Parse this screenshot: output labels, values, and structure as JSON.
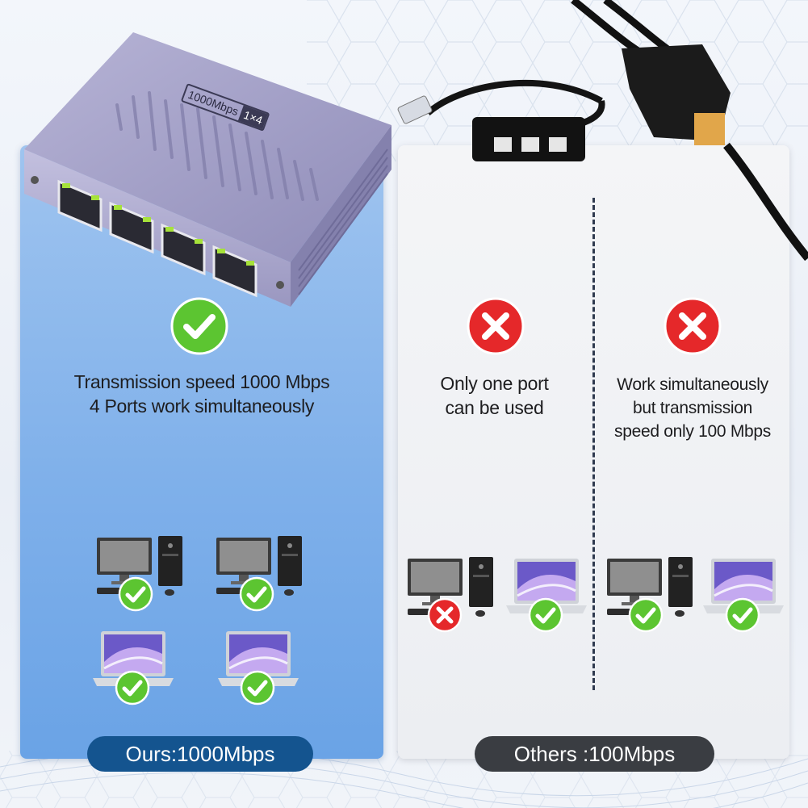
{
  "switch": {
    "badge_speed": "1000Mbps",
    "badge_ports": "1×4"
  },
  "left": {
    "caption_line1": "Transmission speed 1000 Mbps",
    "caption_line2": "4 Ports work simultaneously",
    "label": "Ours:1000Mbps"
  },
  "right": {
    "col1_line1": "Only one port",
    "col1_line2": "can be used",
    "col2_line1": "Work simultaneously",
    "col2_line2": "but transmission",
    "col2_line3": "speed only 100 Mbps",
    "label": "Others :100Mbps"
  },
  "colors": {
    "ok_green": "#5cc531",
    "fail_red": "#e5282a",
    "ours_pill": "#14548f",
    "others_pill": "#3a3d42"
  }
}
